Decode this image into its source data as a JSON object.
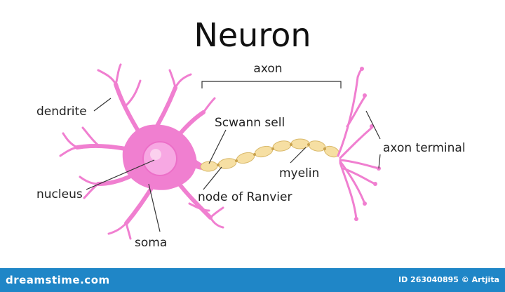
{
  "title": "Neuron",
  "labels": {
    "axon": "axon",
    "dendrite": "dendrite",
    "scwann_sell": "Scwann sell",
    "axon_terminal": "axon terminal",
    "myelin": "myelin",
    "nucleus": "nucleus",
    "node_of_ranvier": "node of Ranvier",
    "soma": "soma"
  },
  "footer": {
    "brand": "dreamstime.com",
    "stock_id": "ID 263040895 © Artjita"
  },
  "colors": {
    "neuron_pink": "#f07fd0",
    "nucleus_pink": "#f7a8e3",
    "myelin_tan": "#f6dfa3",
    "footer_blue": "#1f86c7"
  }
}
